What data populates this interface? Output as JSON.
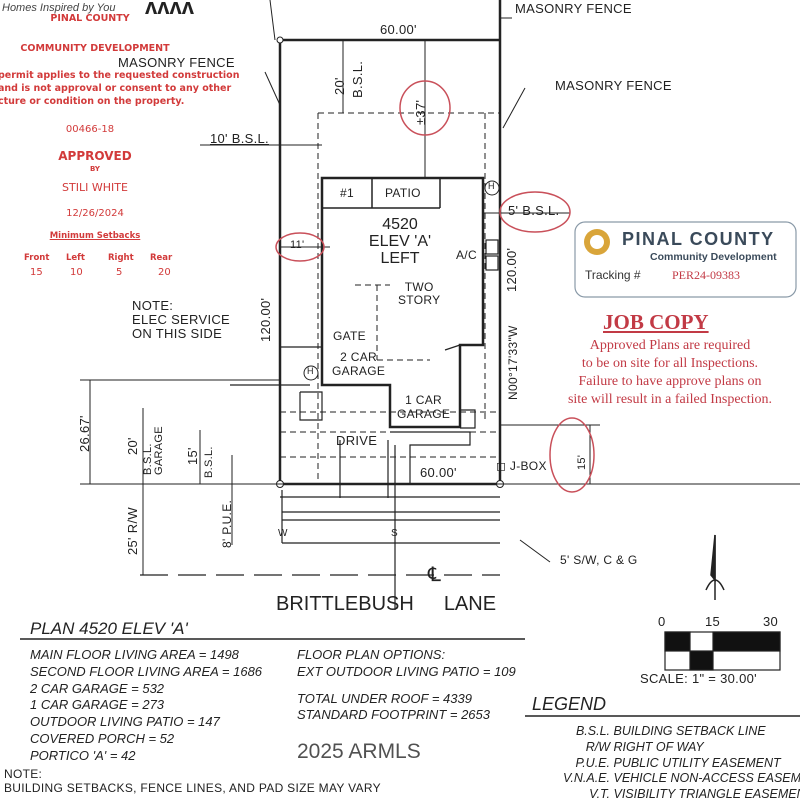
{
  "header": {
    "tagline": "Homes Inspired by You"
  },
  "stamp": {
    "county": "PINAL COUNTY",
    "department": "COMMUNITY DEVELOPMENT",
    "disclaimer": [
      "permit applies to the requested construction",
      "and is not approval or consent to any other",
      "cture or condition on the property."
    ],
    "permit_number": "00466-18",
    "status": "APPROVED",
    "by_label": "BY",
    "approver": "STILI WHITE",
    "date": "12/26/2024",
    "setbacks_title": "Minimum Setbacks",
    "setbacks": [
      {
        "label": "Front",
        "value": "15"
      },
      {
        "label": "Left",
        "value": "10"
      },
      {
        "label": "Right",
        "value": "5"
      },
      {
        "label": "Rear",
        "value": "20"
      }
    ]
  },
  "tracking": {
    "county": "PINAL COUNTY",
    "department": "Community Development",
    "label": "Tracking #",
    "number": "PER24-09383"
  },
  "job_copy": {
    "title": "JOB COPY",
    "lines": [
      "Approved Plans are required",
      "to be on site for all Inspections.",
      "Failure to have approve plans on",
      "site will result in a failed Inspection."
    ]
  },
  "plan": {
    "top_width": "60.00'",
    "bottom_width": "60.00'",
    "masonry_fence": "MASONRY FENCE",
    "masonry_fence_top": "MASONRY FENCE",
    "rear_setback": "20'",
    "bsl": "B.S.L.",
    "rear_dim": "±37'",
    "left_bsl": "10' B.S.L.",
    "right_bsl": "5' B.S.L.",
    "side_dim": "11'",
    "depth_left": "120.00'",
    "depth_right": "120.00'",
    "bearing": "N00°17'33\"W",
    "unit": "4520",
    "elev": "ELEV 'A'",
    "hand": "LEFT",
    "patio_num": "#1",
    "patio": "PATIO",
    "ac": "A/C",
    "two_story": [
      "TWO",
      "STORY"
    ],
    "gate": "GATE",
    "hose": "H",
    "two_car": [
      "2 CAR",
      "GARAGE"
    ],
    "one_car": [
      "1 CAR",
      "GARAGE"
    ],
    "drive": "DRIVE",
    "jbox": "J-BOX",
    "elec_note": [
      "NOTE:",
      "ELEC SERVICE",
      "ON THIS SIDE"
    ],
    "dim_2667": "26.67'",
    "dim_20": "20'",
    "bsl_garage": [
      "B.S.L.",
      "GARAGE"
    ],
    "dim_15": "15'",
    "bsl_15": "B.S.L.",
    "pue": "8' P.U.E.",
    "rw": "25' R/W",
    "front_dim": "15'",
    "water": "W",
    "sewer": "S",
    "sidewalk": "5' S/W, C & G",
    "centerline": "℄",
    "street": [
      "BRITTLEBUSH",
      "LANE"
    ]
  },
  "scale": {
    "ticks": [
      "0",
      "15",
      "30"
    ],
    "label": "SCALE: 1\" = 30.00'"
  },
  "summary": {
    "title": "PLAN 4520 ELEV 'A'",
    "left": [
      "MAIN FLOOR LIVING AREA = 1498",
      "SECOND FLOOR LIVING AREA = 1686",
      "2 CAR GARAGE = 532",
      "1 CAR GARAGE = 273",
      "OUTDOOR LIVING PATIO = 147",
      "COVERED PORCH = 52",
      "PORTICO 'A' = 42"
    ],
    "right": [
      "FLOOR PLAN OPTIONS:",
      "EXT OUTDOOR LIVING PATIO = 109",
      "TOTAL UNDER ROOF = 4339",
      "STANDARD FOOTPRINT = 2653"
    ]
  },
  "legend": {
    "title": "LEGEND",
    "items": [
      {
        "abbr": "B.S.L.",
        "text": "BUILDING SETBACK LINE"
      },
      {
        "abbr": "R/W",
        "text": "RIGHT OF WAY"
      },
      {
        "abbr": "P.U.E.",
        "text": "PUBLIC UTILITY EASEMENT"
      },
      {
        "abbr": "V.N.A.E.",
        "text": "VEHICLE NON-ACCESS EASEMENT"
      },
      {
        "abbr": "V.T.",
        "text": "VISIBILITY TRIANGLE EASEMENT"
      }
    ]
  },
  "watermark": "2025 ARMLS",
  "footer_note": {
    "label": "NOTE:",
    "text": "BUILDING SETBACKS, FENCE LINES, AND PAD SIZE MAY VARY"
  },
  "colors": {
    "stamp_red": "#d23a3a",
    "circle_red": "#c9505a",
    "line": "#222222",
    "logo_gold": "#d9a53a"
  }
}
